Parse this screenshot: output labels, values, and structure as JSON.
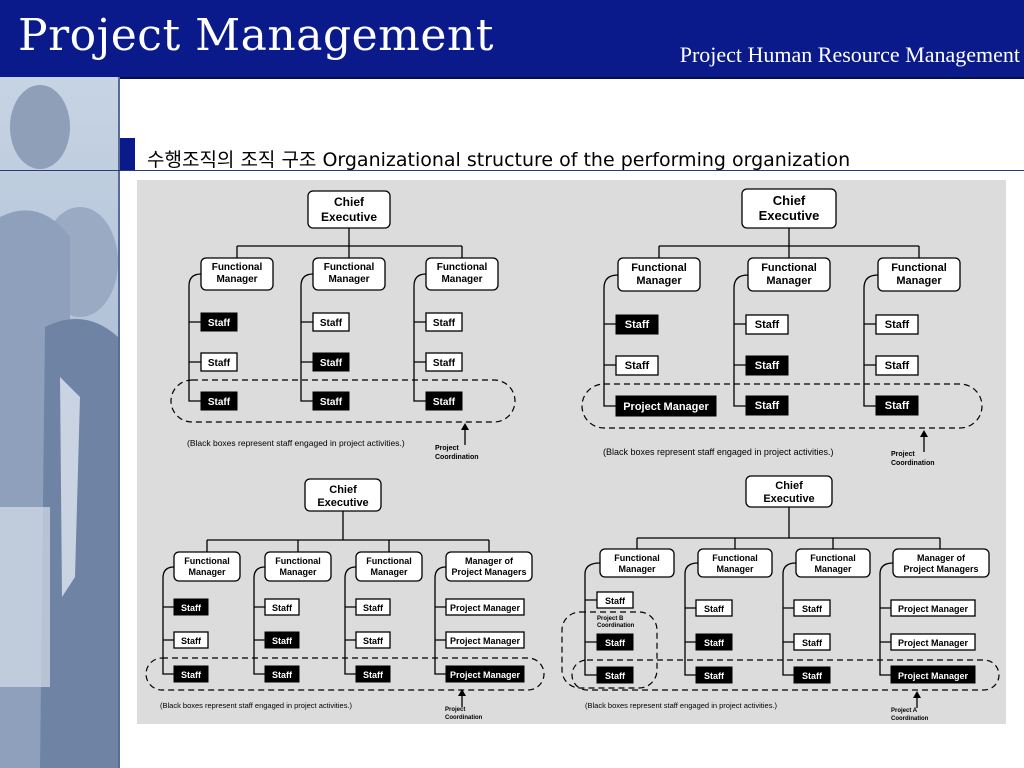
{
  "slide": {
    "title": "Project Management",
    "subtitle": "Project Human Resource Management",
    "heading": "수행조직의 조직 구조 Organizational structure of the performing organization"
  },
  "labels": {
    "chief_line1": "Chief",
    "chief_line2": "Executive",
    "fm_line1": "Functional",
    "fm_line2": "Manager",
    "mpm_line1": "Manager of",
    "mpm_line2": "Project Managers",
    "staff": "Staff",
    "project_manager": "Project Manager",
    "caption": "(Black boxes represent staff engaged in project activities.)",
    "project": "Project",
    "coordination": "Coordination",
    "project_a": "Project A",
    "project_b": "Project B"
  },
  "colors": {
    "header_bg": "#0a1a8a",
    "panel_bg": "#dcdcdc",
    "engaged_box": "#000000"
  }
}
